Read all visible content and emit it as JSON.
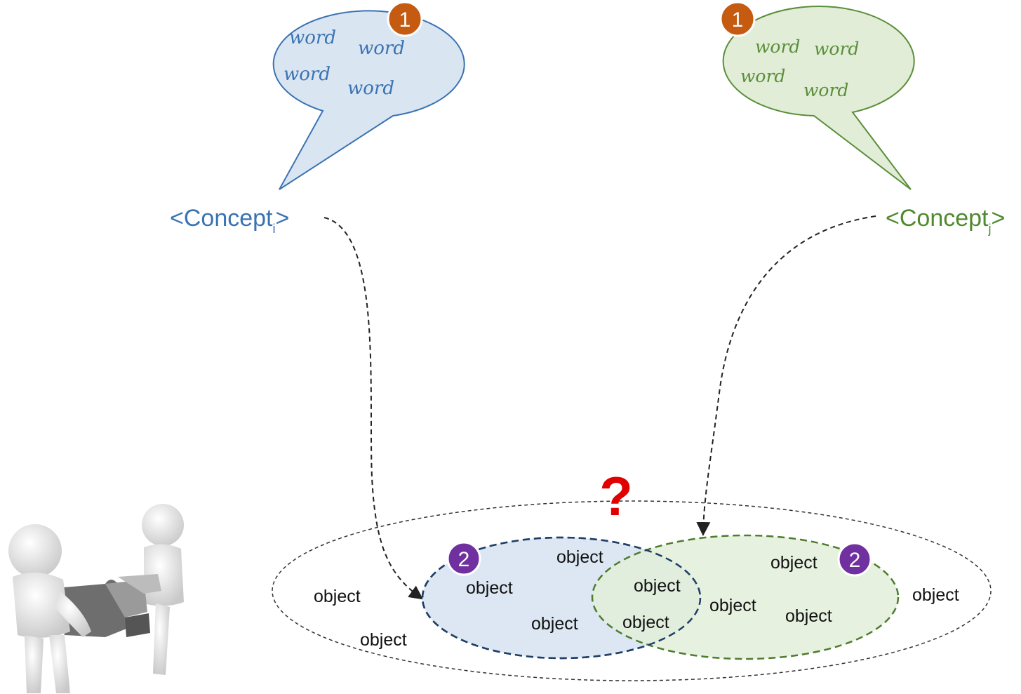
{
  "concept_left": {
    "base": "<Concept",
    "sub": "i",
    "close": ">",
    "color": "#3A73B3"
  },
  "concept_right": {
    "base": "<Concept",
    "sub": "j",
    "close": ">",
    "color": "#4E8A2E"
  },
  "bubble_left": {
    "words": [
      "word",
      "word",
      "word",
      "word"
    ],
    "badge": "1",
    "fill": "#DAE5F2",
    "stroke": "#3A73B3"
  },
  "bubble_right": {
    "words": [
      "word",
      "word",
      "word",
      "word"
    ],
    "badge": "1",
    "fill": "#E1EDD7",
    "stroke": "#5A8E3A"
  },
  "badge_orange": "#C55A11",
  "badge_purple": "#7030A0",
  "question_mark": {
    "text": "?",
    "color": "#E00000"
  },
  "set_left": {
    "badge": "2",
    "fill": "#DCE7F3",
    "stroke": "#1F3F66"
  },
  "set_right": {
    "badge": "2",
    "fill": "#E2EFD9",
    "stroke": "#4E7B2E"
  },
  "objects": {
    "outer_left": "object",
    "outer_bottom": "object",
    "outer_right": "object",
    "left_top": "object",
    "left_mid": "object",
    "left_bottom": "object",
    "overlap_top": "object",
    "overlap_bottom": "object",
    "right_top": "object",
    "right_mid": "object",
    "right_bottom": "object"
  },
  "icon": "puzzle-people-icon"
}
